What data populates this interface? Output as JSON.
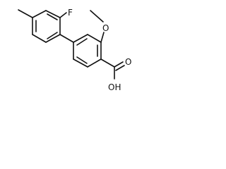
{
  "molecule": {
    "atoms": {
      "fluorine": "F",
      "ether_oxygen": "O",
      "carbonyl_oxygen": "O",
      "hydroxyl": "OH"
    }
  },
  "colors": {
    "bond": "#111111",
    "background": "#ffffff"
  }
}
